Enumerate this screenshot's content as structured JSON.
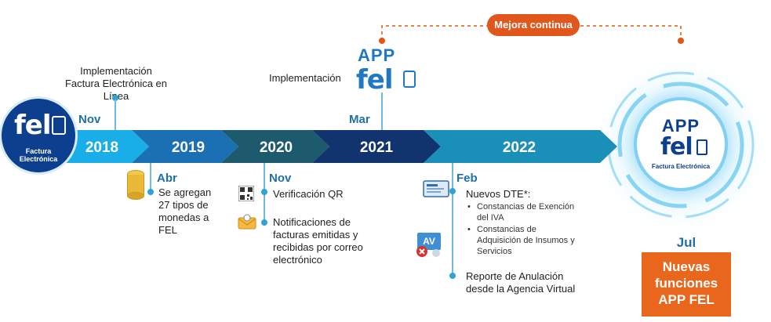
{
  "timeline": {
    "years": [
      "2018",
      "2019",
      "2020",
      "2021",
      "2022"
    ],
    "colors": {
      "arrow_2018": "#19aee8",
      "arrow_2019": "#1b6fb3",
      "arrow_2020": "#1d5a6e",
      "arrow_2021": "#11336e",
      "arrow_2022": "#1a8fb8",
      "accent_orange": "#e0561b"
    }
  },
  "logo_left": {
    "word": "fel",
    "caption": "Factura Electrónica"
  },
  "milestones": {
    "m2018": {
      "month": "Nov",
      "text_line1": "Implementación",
      "text_line2": "Factura Electrónica en Línea"
    },
    "m2019": {
      "month": "Abr",
      "text": "Se agregan 27 tipos de monedas a FEL",
      "lines": [
        "Se agregan",
        "27 tipos de",
        "monedas a",
        "FEL"
      ],
      "icon": "coins-icon"
    },
    "m2020": {
      "month": "Nov",
      "item1": "Verificación QR",
      "item2_lines": [
        "Notificaciones de",
        "facturas emitidas y",
        "recibidas por correo",
        "electrónico"
      ],
      "icon1": "qr-code-icon",
      "icon2": "email-icon"
    },
    "m2021": {
      "month": "Mar",
      "text": "Implementación",
      "app_word": "APP",
      "fel_word": "fel"
    },
    "m2022": {
      "month": "Feb",
      "item1": "Nuevos DTE*:",
      "subitems": [
        "Constancias de Exención del IVA",
        "Constancias de Adquisición de Insumos y Servicios"
      ],
      "subitem_lines": [
        [
          "Constancias de Exención",
          "del IVA"
        ],
        [
          "Constancias de",
          "Adquisición de Insumos y",
          "Servicios"
        ]
      ],
      "item2_lines": [
        "Reporte de Anulación",
        "desde la Agencia Virtual"
      ],
      "icon1": "document-screen-icon",
      "icon2": "cancel-document-icon"
    }
  },
  "mejora": {
    "label": "Mejora continua"
  },
  "app_logo_right": {
    "app_word": "APP",
    "fel_word": "fel",
    "caption": "Factura Electrónica"
  },
  "future": {
    "month": "Jul",
    "box_lines": [
      "Nuevas",
      "funciones",
      "APP FEL"
    ]
  }
}
